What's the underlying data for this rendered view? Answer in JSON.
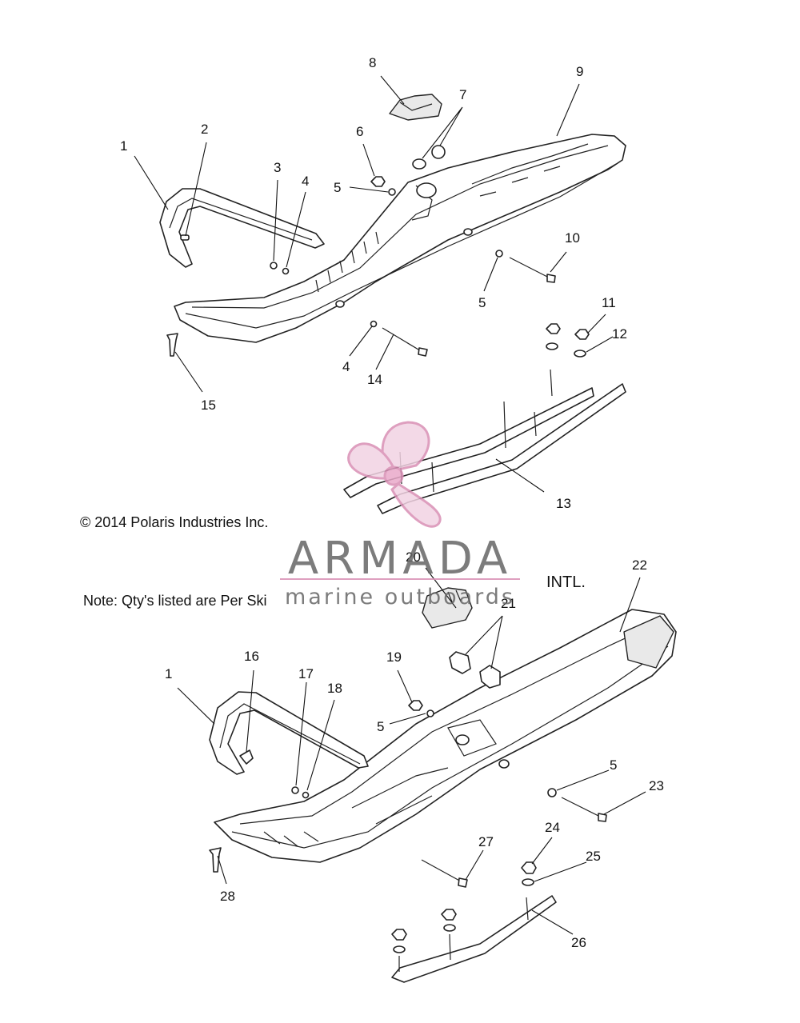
{
  "copyright": "© 2014 Polaris Industries Inc.",
  "note": "Note: Qty's listed are Per Ski",
  "intl_label": "INTL.",
  "watermark": {
    "brand": "ARMADA",
    "tagline": "marine outboards",
    "colors": {
      "brand": "#6b6b6b",
      "accent": "#d98fb5"
    }
  },
  "callouts": {
    "c1a": "1",
    "c2": "2",
    "c3": "3",
    "c4a": "4",
    "c4b": "4",
    "c5a": "5",
    "c5b": "5",
    "c5c": "5",
    "c5d": "5",
    "c6": "6",
    "c7": "7",
    "c8": "8",
    "c9": "9",
    "c10": "10",
    "c11": "11",
    "c12": "12",
    "c13": "13",
    "c14": "14",
    "c15": "15",
    "c1b": "1",
    "c16": "16",
    "c17": "17",
    "c18": "18",
    "c19": "19",
    "c20": "20",
    "c21": "21",
    "c22": "22",
    "c23": "23",
    "c24": "24",
    "c25": "25",
    "c26": "26",
    "c27": "27",
    "c28": "28"
  }
}
